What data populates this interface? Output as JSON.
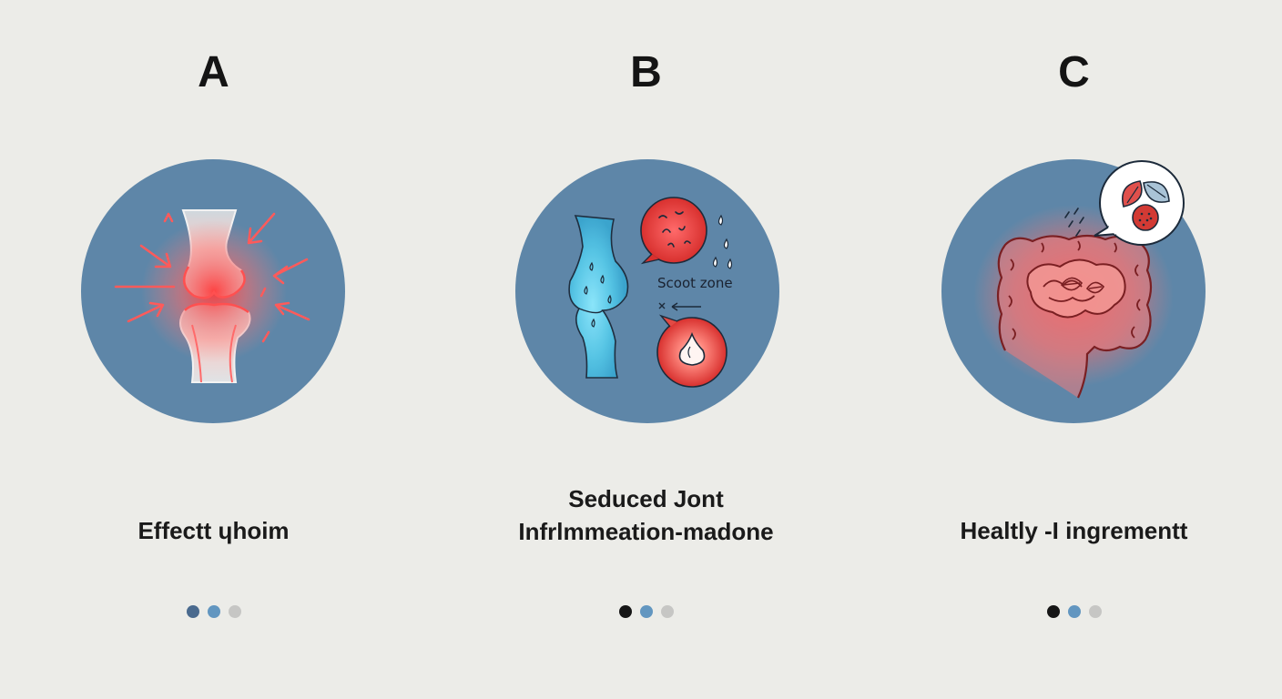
{
  "panels": [
    {
      "letter": "A",
      "caption_lines": [
        "Effectt ɥhoim"
      ],
      "dots": [
        "#4a6a8e",
        "#6296c0",
        "#c6c6c4"
      ]
    },
    {
      "letter": "B",
      "caption_lines": [
        "Seduced Jont",
        "Infrlmmeation-madone"
      ],
      "zone_label": "Scoot zone",
      "dots": [
        "#161616",
        "#6296c0",
        "#c6c6c4"
      ]
    },
    {
      "letter": "C",
      "caption_lines": [
        "Healtly -I ingrementt"
      ],
      "dots": [
        "#161616",
        "#6296c0",
        "#c6c6c4"
      ]
    }
  ],
  "colors": {
    "circle": "#5e86a8",
    "inflammation": "#ef4545",
    "fluid": "#62d4ee",
    "background": "#ecece8"
  },
  "icons": {
    "panel_a": "inflamed-knee-joint-icon",
    "panel_b": "fluid-knee-joint-icon",
    "panel_c": "intestine-with-food-bubble-icon"
  }
}
